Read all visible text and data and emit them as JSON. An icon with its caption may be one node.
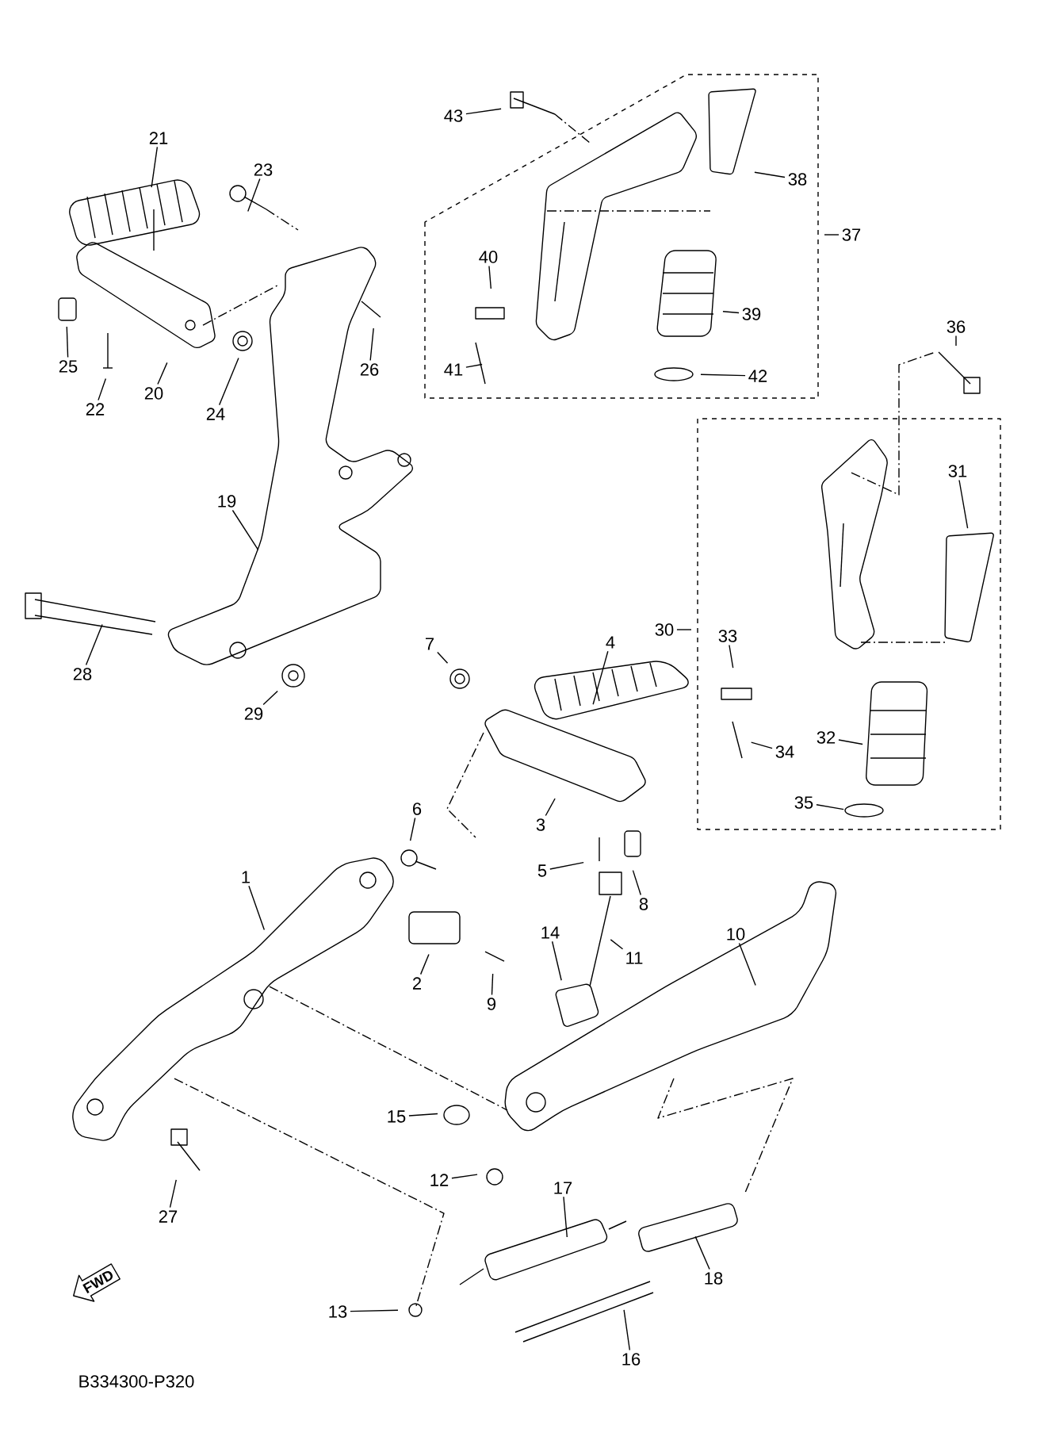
{
  "diagram": {
    "nodes": [
      {
        "text": [
          "1"
        ]
      },
      {
        "text": [
          "2"
        ]
      },
      {
        "text": [
          "3"
        ]
      },
      {
        "text": [
          "4"
        ]
      },
      {
        "text": [
          "5"
        ]
      },
      {
        "text": [
          "6"
        ]
      },
      {
        "text": [
          "7"
        ]
      },
      {
        "text": [
          "8"
        ]
      },
      {
        "text": [
          "9"
        ]
      },
      {
        "text": [
          "10"
        ]
      },
      {
        "text": [
          "11"
        ]
      },
      {
        "text": [
          "12"
        ]
      },
      {
        "text": [
          "13"
        ]
      },
      {
        "text": [
          "14"
        ]
      },
      {
        "text": [
          "15"
        ]
      },
      {
        "text": [
          "16"
        ]
      },
      {
        "text": [
          "17"
        ]
      },
      {
        "text": [
          "18"
        ]
      },
      {
        "text": [
          "19"
        ]
      },
      {
        "text": [
          "20"
        ]
      },
      {
        "text": [
          "21"
        ]
      },
      {
        "text": [
          "22"
        ]
      },
      {
        "text": [
          "23"
        ]
      },
      {
        "text": [
          "24"
        ]
      },
      {
        "text": [
          "25"
        ]
      },
      {
        "text": [
          "26"
        ]
      },
      {
        "text": [
          "27"
        ]
      },
      {
        "text": [
          "28"
        ]
      },
      {
        "text": [
          "29"
        ]
      },
      {
        "text": [
          "30"
        ]
      },
      {
        "text": [
          "31"
        ]
      },
      {
        "text": [
          "32"
        ]
      },
      {
        "text": [
          "33"
        ]
      },
      {
        "text": [
          "34"
        ]
      },
      {
        "text": [
          "35"
        ]
      },
      {
        "text": [
          "36"
        ]
      },
      {
        "text": [
          "37"
        ]
      },
      {
        "text": [
          "38"
        ]
      },
      {
        "text": [
          "39"
        ]
      },
      {
        "text": [
          "40"
        ]
      },
      {
        "text": [
          "41"
        ]
      },
      {
        "text": [
          "42"
        ]
      },
      {
        "text": [
          "43"
        ]
      },
      {
        "text": [
          "FWD"
        ]
      }
    ],
    "edges": [
      {
        "from": 0,
        "to": null,
        "arrow": "none"
      },
      {
        "from": 1,
        "to": null,
        "arrow": "none"
      },
      {
        "from": 2,
        "to": null,
        "arrow": "none"
      },
      {
        "from": 3,
        "to": null,
        "arrow": "none"
      },
      {
        "from": 4,
        "to": null,
        "arrow": "none"
      },
      {
        "from": 5,
        "to": null,
        "arrow": "none"
      },
      {
        "from": 6,
        "to": null,
        "arrow": "none"
      },
      {
        "from": 7,
        "to": null,
        "arrow": "none"
      },
      {
        "from": 8,
        "to": null,
        "arrow": "none"
      },
      {
        "from": 9,
        "to": null,
        "arrow": "none"
      },
      {
        "from": 10,
        "to": null,
        "arrow": "none"
      },
      {
        "from": 11,
        "to": null,
        "arrow": "none"
      },
      {
        "from": 12,
        "to": null,
        "arrow": "none"
      },
      {
        "from": 13,
        "to": null,
        "arrow": "none"
      },
      {
        "from": 14,
        "to": null,
        "arrow": "none"
      },
      {
        "from": 15,
        "to": null,
        "arrow": "none"
      },
      {
        "from": 16,
        "to": null,
        "arrow": "none"
      },
      {
        "from": 17,
        "to": null,
        "arrow": "none"
      },
      {
        "from": 18,
        "to": null,
        "arrow": "none"
      },
      {
        "from": 19,
        "to": null,
        "arrow": "none"
      },
      {
        "from": 20,
        "to": null,
        "arrow": "none"
      },
      {
        "from": 21,
        "to": null,
        "arrow": "none"
      },
      {
        "from": 22,
        "to": null,
        "arrow": "none"
      },
      {
        "from": 23,
        "to": null,
        "arrow": "none"
      },
      {
        "from": 24,
        "to": null,
        "arrow": "none"
      },
      {
        "from": 25,
        "to": null,
        "arrow": "none"
      },
      {
        "from": 26,
        "to": null,
        "arrow": "none"
      },
      {
        "from": 27,
        "to": null,
        "arrow": "none"
      },
      {
        "from": 28,
        "to": null,
        "arrow": "none"
      },
      {
        "from": 29,
        "to": null,
        "arrow": "none"
      },
      {
        "from": 30,
        "to": null,
        "arrow": "none"
      },
      {
        "from": 31,
        "to": null,
        "arrow": "none"
      },
      {
        "from": 32,
        "to": null,
        "arrow": "none"
      },
      {
        "from": 33,
        "to": null,
        "arrow": "none"
      },
      {
        "from": 34,
        "to": null,
        "arrow": "none"
      },
      {
        "from": 35,
        "to": null,
        "arrow": "none"
      },
      {
        "from": 36,
        "to": null,
        "arrow": "none"
      },
      {
        "from": 37,
        "to": null,
        "arrow": "none"
      },
      {
        "from": 38,
        "to": null,
        "arrow": "none"
      },
      {
        "from": 39,
        "to": null,
        "arrow": "none"
      },
      {
        "from": 40,
        "to": null,
        "arrow": "none"
      },
      {
        "from": 41,
        "to": null,
        "arrow": "none"
      },
      {
        "from": 42,
        "to": null,
        "arrow": "none"
      }
    ],
    "labels": [
      "B334300-P320"
    ]
  }
}
